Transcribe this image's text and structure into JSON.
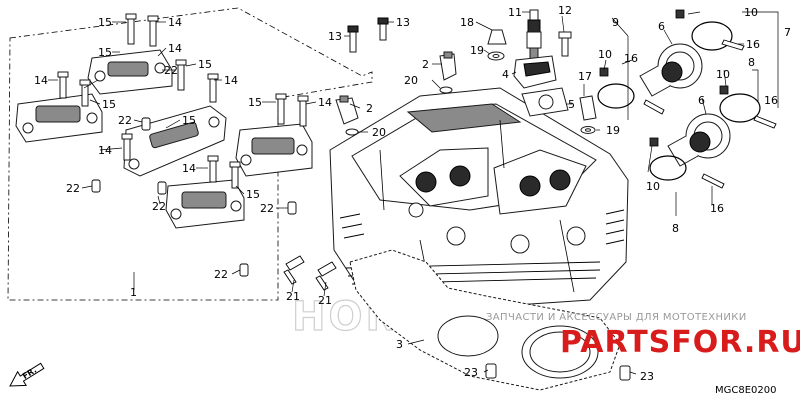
{
  "diagram": {
    "drawing_code": "MGC8E0200",
    "direction_arrow_label": "FR.",
    "brand_outline_text": "HONDA",
    "watermark_text": "ЗАПЧАСТИ И АКСЕССУАРЫ ДЛЯ МОТОТЕХНИКИ",
    "watermark_logo": "PARTSFOR.RU",
    "accent_color": "#d81c1c",
    "callouts": [
      {
        "id": "c15a",
        "label": "15"
      },
      {
        "id": "c14a",
        "label": "14"
      },
      {
        "id": "c15b",
        "label": "15"
      },
      {
        "id": "c14b",
        "label": "14"
      },
      {
        "id": "c15c",
        "label": "15"
      },
      {
        "id": "c15d",
        "label": "15"
      },
      {
        "id": "c14c",
        "label": "14"
      },
      {
        "id": "c14d",
        "label": "14"
      },
      {
        "id": "c22a",
        "label": "22"
      },
      {
        "id": "c14e",
        "label": "14"
      },
      {
        "id": "c22b",
        "label": "22"
      },
      {
        "id": "c15e",
        "label": "15"
      },
      {
        "id": "c14f",
        "label": "14"
      },
      {
        "id": "c22c",
        "label": "22"
      },
      {
        "id": "c22d",
        "label": "22"
      },
      {
        "id": "c15f",
        "label": "15"
      },
      {
        "id": "c22e",
        "label": "22"
      },
      {
        "id": "c22f",
        "label": "22"
      },
      {
        "id": "c14g",
        "label": "14"
      },
      {
        "id": "c15g",
        "label": "15"
      },
      {
        "id": "c1",
        "label": "1"
      },
      {
        "id": "c21a",
        "label": "21"
      },
      {
        "id": "c21b",
        "label": "21"
      },
      {
        "id": "c13",
        "label": "13"
      },
      {
        "id": "c13b",
        "label": "13"
      },
      {
        "id": "c18",
        "label": "18"
      },
      {
        "id": "c11",
        "label": "11"
      },
      {
        "id": "c12",
        "label": "12"
      },
      {
        "id": "c19a",
        "label": "19"
      },
      {
        "id": "c2a",
        "label": "2"
      },
      {
        "id": "c20a",
        "label": "20"
      },
      {
        "id": "c4",
        "label": "4"
      },
      {
        "id": "c2b",
        "label": "2"
      },
      {
        "id": "c20b",
        "label": "20"
      },
      {
        "id": "c17",
        "label": "17"
      },
      {
        "id": "c5",
        "label": "5"
      },
      {
        "id": "c19b",
        "label": "19"
      },
      {
        "id": "c9",
        "label": "9"
      },
      {
        "id": "c10a",
        "label": "10"
      },
      {
        "id": "c7",
        "label": "7"
      },
      {
        "id": "c6a",
        "label": "6"
      },
      {
        "id": "c10b",
        "label": "10"
      },
      {
        "id": "c16a",
        "label": "16"
      },
      {
        "id": "c16b",
        "label": "16"
      },
      {
        "id": "c8a",
        "label": "8"
      },
      {
        "id": "c10c",
        "label": "10"
      },
      {
        "id": "c6b",
        "label": "6"
      },
      {
        "id": "c16c",
        "label": "16"
      },
      {
        "id": "c10d",
        "label": "10"
      },
      {
        "id": "c16d",
        "label": "16"
      },
      {
        "id": "c8b",
        "label": "8"
      },
      {
        "id": "c3",
        "label": "3"
      },
      {
        "id": "c23a",
        "label": "23"
      },
      {
        "id": "c23b",
        "label": "23"
      }
    ]
  }
}
